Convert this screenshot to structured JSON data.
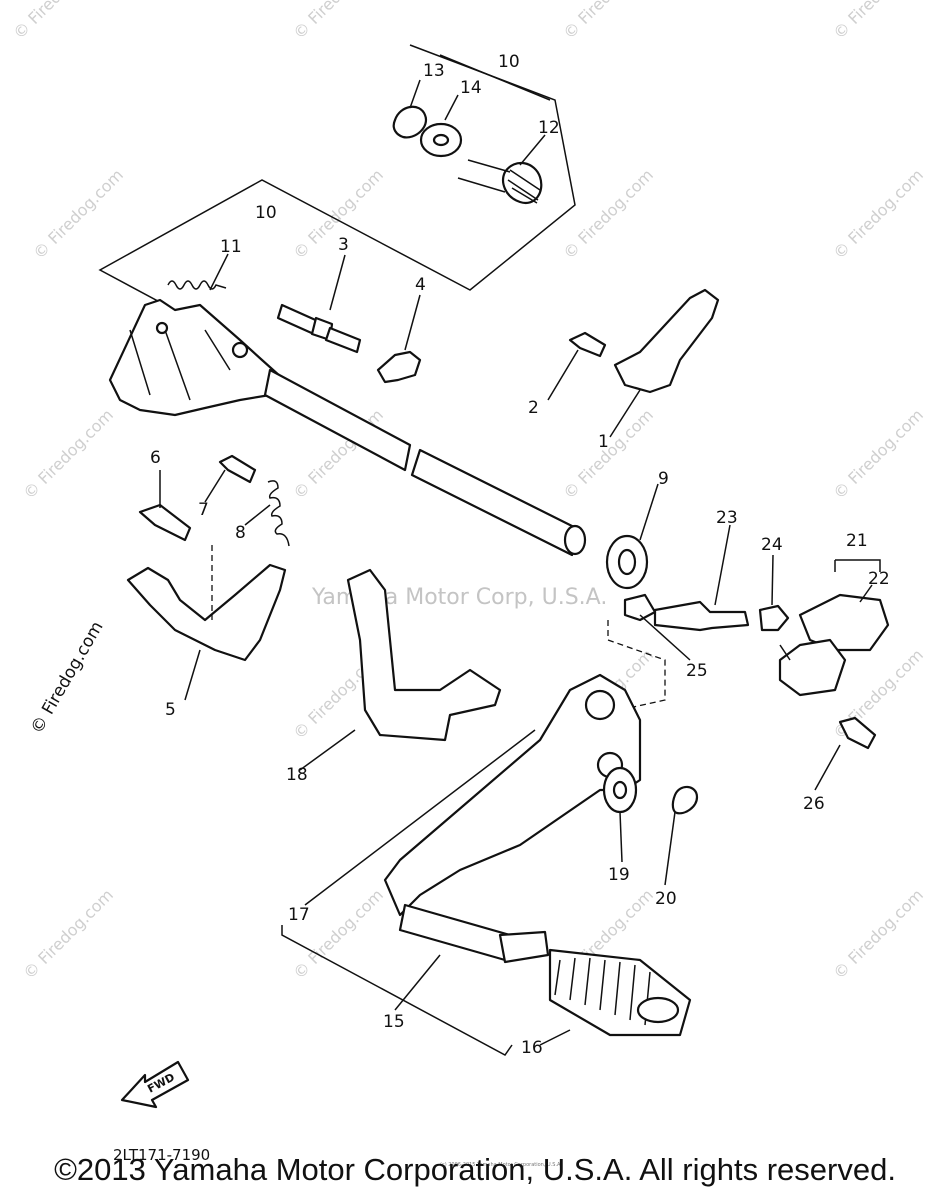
{
  "diagram": {
    "part_numbers": [
      "1",
      "2",
      "3",
      "4",
      "5",
      "6",
      "7",
      "8",
      "9",
      "10",
      "10",
      "11",
      "12",
      "13",
      "14",
      "15",
      "16",
      "17",
      "18",
      "19",
      "20",
      "21",
      "22",
      "23",
      "24",
      "25",
      "26"
    ],
    "center_watermark": "Yamaha Motor Corp, U.S.A.",
    "side_watermark": "© Firedog.com",
    "tile_watermark": "© Firedog.com",
    "fwd_label": "FWD",
    "diagram_code": "2LT171-7190",
    "tiny_copyright": "(c) 2006-2015 Yamaha Motor Corporation, U.S.A."
  },
  "footer": {
    "copyright": "©2013 Yamaha Motor Corporation, U.S.A. All rights reserved."
  }
}
